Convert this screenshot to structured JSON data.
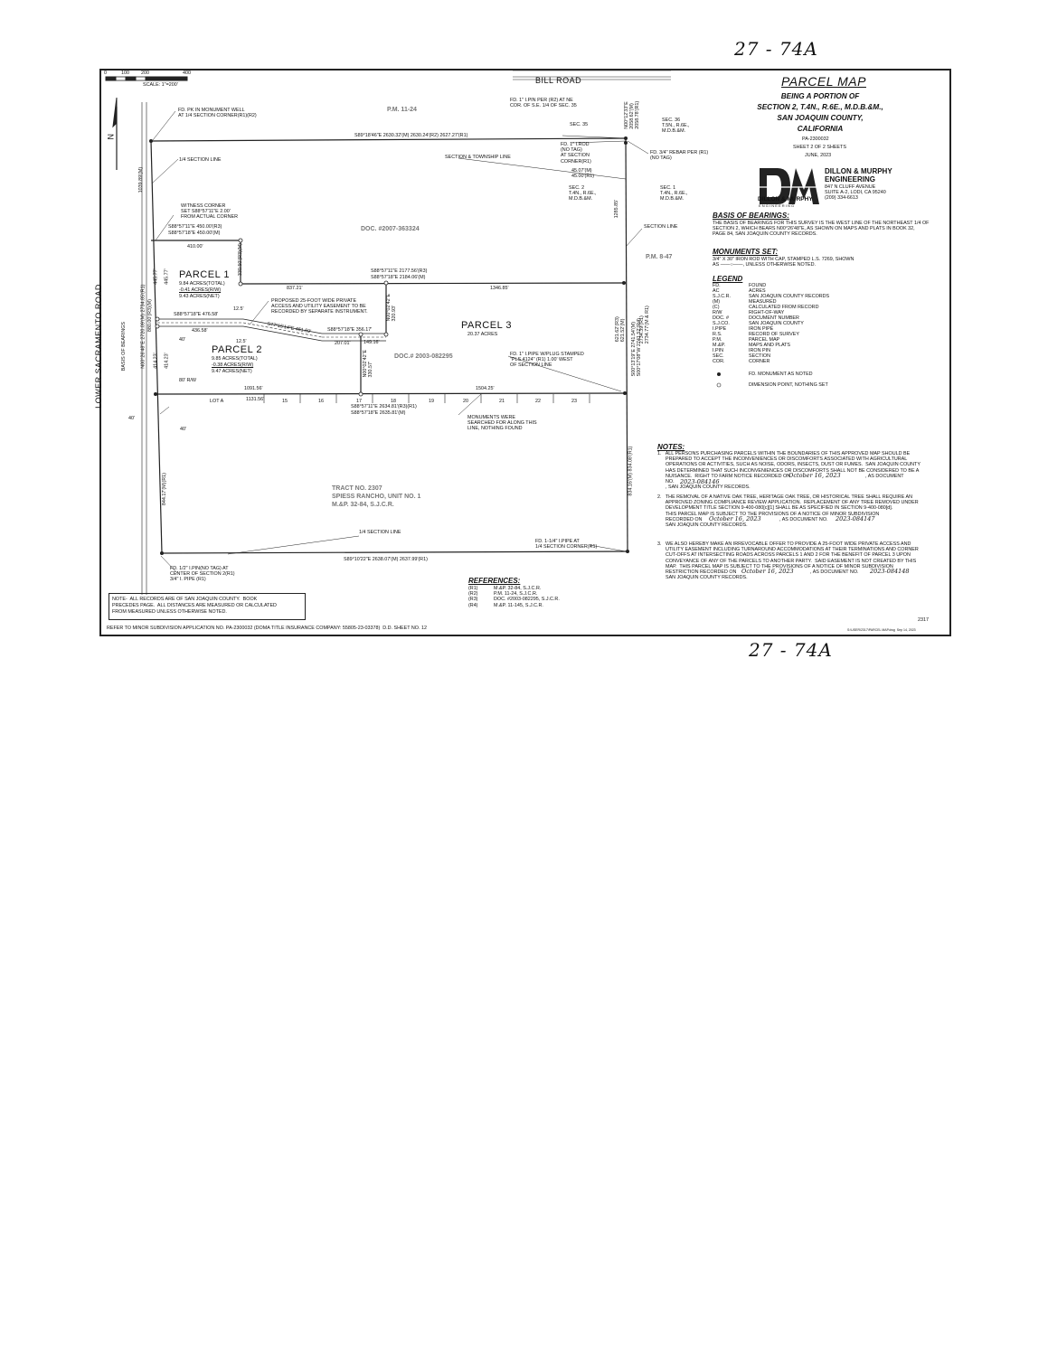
{
  "page_annotations": {
    "top_handwritten": "27 - 74A",
    "bottom_handwritten": "27 - 74A"
  },
  "scale": {
    "ticks": [
      "0",
      "100",
      "200",
      "400"
    ],
    "label": "SCALE: 1\"=200'"
  },
  "title_block": {
    "title": "PARCEL MAP",
    "subtitle_lines": [
      "BEING A PORTION OF",
      "SECTION 2, T.4N., R.6E., M.D.B.&M.,",
      "SAN JOAQUIN COUNTY,",
      "CALIFORNIA"
    ],
    "pa_number": "PA-2300032",
    "sheet": "SHEET 2 OF 2 SHEETS",
    "date": "JUNE, 2023"
  },
  "engineer": {
    "logo_letters": "DM",
    "logo_caption": "DILLON & MURPHY",
    "logo_subcaption": "E N G I N E E R I N G",
    "name_line1": "DILLON & MURPHY",
    "name_line2": "ENGINEERING",
    "address1": "847 N CLUFF AVENUE",
    "address2": "SUITE A-2, LODI, CA 95240",
    "phone": "(209) 334-6613"
  },
  "basis_of_bearings": {
    "heading": "BASIS OF BEARINGS:",
    "lines": [
      "THE BASIS OF BEARINGS FOR THIS SURVEY IS THE WEST LINE OF THE NORTHEAST 1/4 OF",
      "SECTION 2, WHICH BEARS N00°26'48\"E, AS SHOWN ON MAPS AND PLATS IN BOOK 32,",
      "PAGE 84, SAN JOAQUIN COUNTY RECORDS."
    ]
  },
  "monuments_set": {
    "heading": "MONUMENTS SET:",
    "line1": "3/4\" X 30\" IRON ROD WITH CAP, STAMPED L.S. 7269, SHOWN",
    "line2": "AS ——○——, UNLESS OTHERWISE NOTED."
  },
  "legend": {
    "heading": "LEGEND",
    "items": [
      {
        "abbr": "FD.",
        "desc": "FOUND"
      },
      {
        "abbr": "AC",
        "desc": "ACRES"
      },
      {
        "abbr": "S.J.C.R.",
        "desc": "SAN JOAQUIN COUNTY RECORDS"
      },
      {
        "abbr": "(M)",
        "desc": "MEASURED"
      },
      {
        "abbr": "(C)",
        "desc": "CALCULATED FROM RECORD"
      },
      {
        "abbr": "R/W",
        "desc": "RIGHT-OF-WAY"
      },
      {
        "abbr": "DOC. #",
        "desc": "DOCUMENT NUMBER"
      },
      {
        "abbr": "S.J.CO.",
        "desc": "SAN JOAQUIN COUNTY"
      },
      {
        "abbr": "I.PIPE",
        "desc": "IRON PIPE"
      },
      {
        "abbr": "R.S.",
        "desc": "RECORD OF SURVEY"
      },
      {
        "abbr": "P.M.",
        "desc": "PARCEL MAP"
      },
      {
        "abbr": "M.&P.",
        "desc": "MAPS AND PLATS"
      },
      {
        "abbr": "I.PIN",
        "desc": "IRON PIN"
      },
      {
        "abbr": "SEC.",
        "desc": "SECTION"
      },
      {
        "abbr": "COR.",
        "desc": "CORNER"
      }
    ],
    "found_monument": "FD. MONUMENT AS NOTED",
    "dimension_point": "DIMENSION POINT, NOTHING SET"
  },
  "notes": {
    "heading": "NOTES:",
    "note1": [
      "1.   ALL PERSONS PURCHASING PARCELS WITHIN THE BOUNDARIES OF THIS APPROVED MAP SHOULD BE",
      "      PREPARED TO ACCEPT THE INCONVENIENCES OR DISCOMFORTS ASSOCIATED WITH AGRICULTURAL",
      "      OPERATIONS OR ACTIVITIES, SUCH AS NOISE, ODORS, INSECTS, DUST OR FUMES.  SAN JOAQUIN COUNTY",
      "      HAS DETERMINED THAT SUCH INCONVENIENCES OR DISCOMFORTS SHALL NOT BE CONSIDERED TO BE A",
      "      NUISANCE.  RIGHT TO FARM NOTICE RECORDED ON",
      "      NO.",
      "      , SAN JOAQUIN COUNTY RECORDS."
    ],
    "note1_date": "October 16, 2023",
    "note1_docno": "2023-084146",
    "note1_as_doc": ", AS DOCUMENT",
    "note2": [
      "2.   THE REMOVAL OF A NATIVE OAK TREE, HERITAGE OAK TREE, OR HISTORICAL TREE SHALL REQUIRE AN",
      "      APPROVED ZONING COMPLIANCE REVIEW APPLICATION.  REPLACEMENT OF ANY TREE REMOVED UNDER",
      "      DEVELOPMENT TITLE SECTION 9-400-080[c][1] SHALL BE AS SPECIFIED IN SECTION 9-400-080[d].",
      "      THIS PARCEL MAP IS SUBJECT TO THE PROVISIONS OF A NOTICE OF MINOR SUBDIVISION",
      "      RECORDED ON",
      "      SAN JOAQUIN COUNTY RECORDS."
    ],
    "note2_date": "October 16, 2023",
    "note2_docno": "2023-084147",
    "note2_as_doc": ", AS DOCUMENT NO.",
    "note3": [
      "3.   WE ALSO HEREBY MAKE AN IRREVOCABLE OFFER TO PROVIDE A 25-FOOT WIDE PRIVATE ACCESS AND",
      "      UTILITY EASEMENT INCLUDING TURNAROUND ACCOMMODATIONS AT THEIR TERMINATIONS AND CORNER",
      "      CUT-OFFS AT INTERSECTING ROADS ACROSS PARCELS 1 AND 2 FOR THE BENEFIT OF PARCEL 3 UPON",
      "      CONVEYANCE OF ANY OF THE PARCELS TO ANOTHER PARTY.  SAID EASEMENT IS NOT CREATED BY THIS",
      "      MAP.  THIS PARCEL MAP IS SUBJECT TO THE PROVISIONS OF A NOTICE OF MINOR SUBDIVISION",
      "      RESTRICTION RECORDED ON",
      "      SAN JOAQUIN COUNTY RECORDS."
    ],
    "note3_date": "October 16, 2023",
    "note3_docno": "2023-084148",
    "note3_as_doc": ", AS DOCUMENT NO."
  },
  "references": {
    "heading": "REFERENCES:",
    "items": [
      {
        "key": "(R1)",
        "val": "M.&P. 32-84, S.J.C.R."
      },
      {
        "key": "(R2)",
        "val": "P.M. 11-24, S.J.C.R."
      },
      {
        "key": "(R3)",
        "val": "DOC. #2003-082295, S.J.C.R."
      },
      {
        "key": "(R4)",
        "val": "M.&P. 11-145, S.J.C.R."
      }
    ]
  },
  "bottom_note": [
    "NOTE-  ALL RECORDS ARE OF SAN JOAQUIN COUNTY.  BOOK",
    "PRECEDES PAGE.  ALL DISTANCES ARE MEASURED OR CALCULATED",
    "FROM MEASURED UNLESS OTHERWISE NOTED."
  ],
  "footer": {
    "left": "REFER TO MINOR SUBDIVISION APPLICATION NO. PA-2300032 (DOMA TITLE INSURANCE COMPANY: 55805-23-03378)  D.D. SHEET NO. 12",
    "right": "S:\\USER\\2317\\PARCEL MAP.dwg  Sep 14, 2023",
    "job": "2317"
  },
  "map": {
    "roads": {
      "bill_road": "BILL ROAD",
      "lower_sacramento": "LOWER SACRAMENTO ROAD",
      "basis_text": "BASIS OF BEARINGS"
    },
    "parcels": [
      {
        "name": "PARCEL 1",
        "l1": "9.84 ACRES(TOTAL)",
        "l2": "-0.41 ACRES(R/W)",
        "l3": "9.43 ACRES(NET)"
      },
      {
        "name": "PARCEL 2",
        "l1": "9.85 ACRES(TOTAL)",
        "l2": "-0.38 ACRES(R/W)",
        "l3": "9.47 ACRES(NET)"
      },
      {
        "name": "PARCEL 3",
        "l1": "20.37 ACRES"
      }
    ],
    "labels": {
      "pm1124": "P.M. 11-24",
      "pm847": "P.M. 8-47",
      "doc1": "DOC. #2007-363324",
      "doc2": "DOC.# 2003-082295",
      "tract1": "TRACT NO. 2307",
      "tract2": "SPIESS RANCHO, UNIT NO. 1",
      "tract3": "M.&P. 32-84, S.J.C.R.",
      "fd_pk": "FD. PK IN MONUMENT WELL\nAT 1/4 SECTION CORNER(R1)(R2)",
      "quarter_line_top": "1/4 SECTION LINE",
      "quarter_line_bottom": "1/4 SECTION LINE",
      "sec_twp_line": "SECTION & TOWNSHIP LINE",
      "section_line": "SECTION LINE",
      "witness": "WITNESS CORNER\nSET S88°57'11\"E 2.00'\nFROM ACTUAL CORNER",
      "north_bearing": "S89°18'46\"E 2630.32'(M) 2630.24'(R2) 2627.27'(R1)",
      "fd_ipin_ne": "FD. 1\" I.PIN PER (R2) AT NE\nCOR. OF S.E. 1/4 OF SEC. 35",
      "sec35": "SEC. 35",
      "sec36": "SEC. 36\nT.5N., R.6E.,\nM.D.B.&M.",
      "fd_irod": "FD. 1\" I.ROD\n(NO TAG)\nAT SECTION\nCORNER(R1)",
      "fd_rebar": "FD. 3/4\" REBAR PER (R1)\n(NO TAG)",
      "dist_45": "45.07'(M)\n45.00'(R1)",
      "sec2": "SEC. 2\nT.4N., R.6E.,\nM.D.B.&M.",
      "sec1": "SEC. 1\nT.4N., R.6E.,\nM.D.B.&M.",
      "b450a": "S88°57'11\"E 450.00'(R3)",
      "b450b": "S88°57'18\"E 450.00'(M)",
      "d410": "410.00'",
      "d837": "837.21'",
      "b2177": "S88°57'11\"E 2177.56'(R3)",
      "b2184": "S88°57'18\"E 2184.06'(M)",
      "d1346": "1346.85'",
      "easement": "PROPOSED 25-FOOT WIDE PRIVATE\nACCESS AND UTILITY EASEMENT TO BE\nRECORDED BY SEPARATE INSTRUMENT.",
      "b476": "S88°57'18\"E 476.58'",
      "d436": "436.58'",
      "b461": "S77°15'14\"E 461.69'",
      "b356": "S88°57'18\"E 356.17'",
      "d207": "207.01'",
      "d149": "149.16'",
      "d125a": "12.5'",
      "d125b": "12.5'",
      "d40a": "40'",
      "d40b": "40'",
      "d40c": "40'",
      "d80": "80' R/W",
      "d1091": "1091.56'",
      "d1131": "1131.56'",
      "d1504": "1504.25'",
      "b2634": "S88°57'11\"E 2634.81'(R3)(R1)",
      "b2635": "S88°57'18\"E 2635.81'(M)",
      "lot_a": "LOT A",
      "lots": [
        "15",
        "16",
        "17",
        "18",
        "19",
        "20",
        "21",
        "22",
        "23"
      ],
      "fd_ipipe_plug": "FD. 1\" I.PIPE W/PLUG STAMPED\n\"PLS 4124\" (R1) 1.00' WEST\nOF SECTION LINE",
      "monuments_searched": "MONUMENTS WERE\nSEARCHED FOR ALONG THIS\nLINE, NOTHING FOUND",
      "fd_114": "FD. 1-1/4\" I.PIPE AT\n1/4 SECTION CORNER(R1)",
      "fd_half": "FD. 1/2\" I.PIN(NO TAG) AT\nCENTER OF SECTION 2(R1)\n3/4\" I. PIPE (R1)",
      "south_bearing": "S89°10'22\"E 2638.07'(M) 2637.99'(R1)",
      "v_1039": "1039.89'(M)",
      "v_445a": "445.77'",
      "v_445b": "445.77'",
      "v_880": "880.00'(R3)(M)",
      "v_414a": "414.23'",
      "v_414b": "414.23'",
      "v_844": "844.17'(M)(R1)",
      "v_2734": "N00°26'48\"E 2720.09'(M) 2734.85'(R1)",
      "v_330": "N00°02'42\"E\n330.57'",
      "v_320": "N00°02'42\"E\n320.93'",
      "v_2058": "N00°12'33\"E\n2058.62'(M)\n2058.78'(R1)",
      "v_1285": "1285.85'",
      "v_2741": "S00°13'19\"E 2741.54'(M)\nS00°17'08\"W 2741.52'(R4)",
      "v_621": "621.62'(R3)\n621.52'(M)",
      "v_2734r": "2734.39'(R1)\n2734.77'(M & R1)",
      "v_834": "834.16'(M) 834.08'(R1)",
      "v_330b": "330.50'(R3)(M)"
    }
  },
  "colors": {
    "ink": "#111111",
    "paper": "#ffffff",
    "grey_text": "#777777"
  }
}
